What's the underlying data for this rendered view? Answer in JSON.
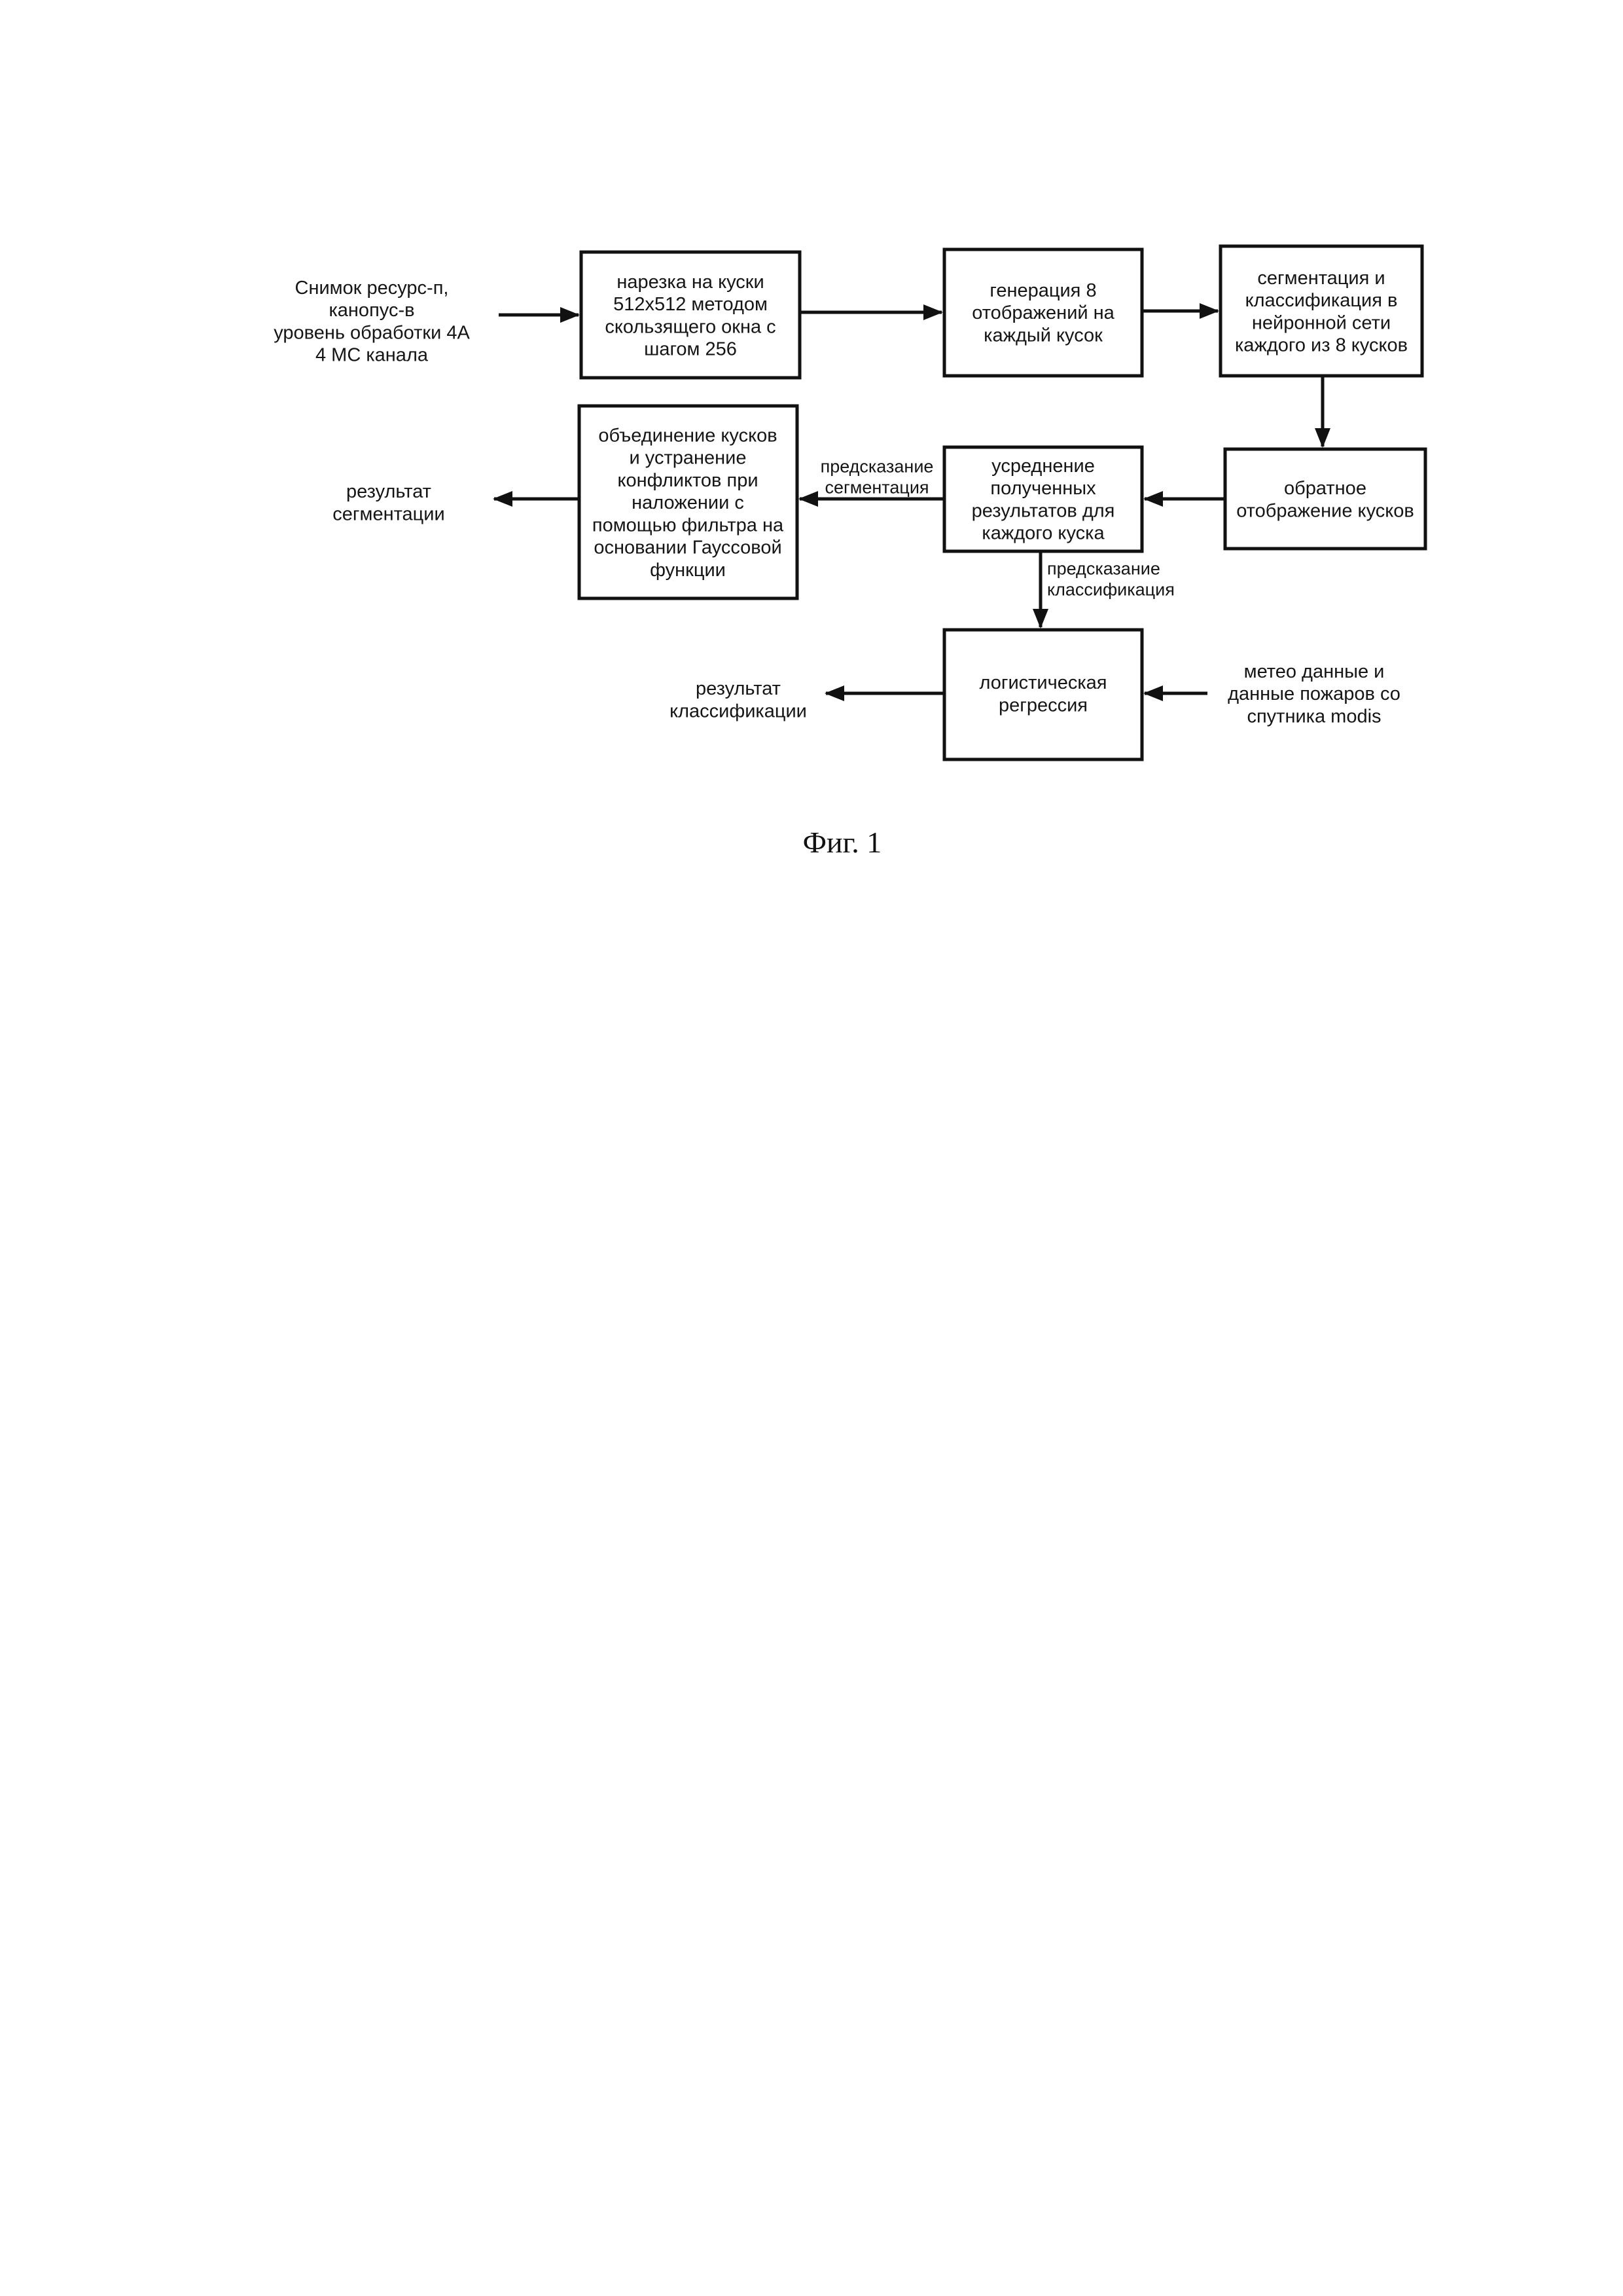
{
  "nodes": {
    "input": [
      "Снимок ресурс-п,",
      "канопус-в",
      "уровень обработки 4А",
      "4 МС канала"
    ],
    "slicing": [
      "нарезка на куски",
      "512x512 методом",
      "скользящего окна с",
      "шагом 256"
    ],
    "generation": [
      "генерация 8",
      "отображений на",
      "каждый кусок"
    ],
    "segmentation": [
      "сегментация и",
      "классификация в",
      "нейронной сети",
      "каждого из 8 кусков"
    ],
    "reverse_mapping": [
      "обратное",
      "отображение кусков"
    ],
    "averaging": [
      "усреднение",
      "полученных",
      "результатов для",
      "каждого куска"
    ],
    "merging": [
      "объединение кусков",
      "и устранение",
      "конфликтов при",
      "наложении с",
      "помощью фильтра на",
      "основании Гауссовой",
      "функции"
    ],
    "seg_result": [
      "результат",
      "сегментации"
    ],
    "logistic": [
      "логистическая",
      "регрессия"
    ],
    "meteo": [
      "метео данные и",
      "данные пожаров со",
      "спутника modis"
    ],
    "cls_result": [
      "результат",
      "классификации"
    ]
  },
  "edge_labels": {
    "seg_prediction": [
      "предсказание",
      "сегментация"
    ],
    "cls_prediction": [
      "предсказание",
      "классификация"
    ]
  },
  "caption": "Фиг. 1"
}
